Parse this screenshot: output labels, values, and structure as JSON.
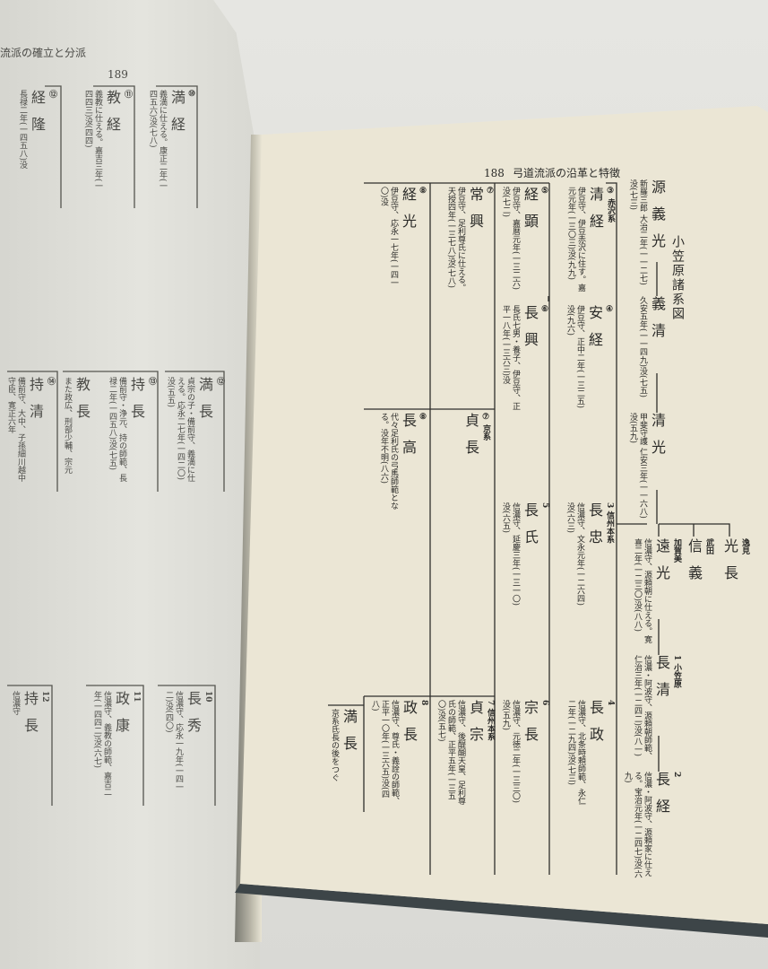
{
  "left_page": {
    "running_head": "流派の確立と分派",
    "page_number": "189",
    "entries": [
      {
        "label": "⑫",
        "name": "経隆",
        "note": "長禄二年(一四五八)没"
      },
      {
        "label": "⑪",
        "name": "教経",
        "note": "義教に仕える。嘉吉三年(一四四三)没(四四)"
      },
      {
        "label": "⑩",
        "name": "満経",
        "note": "義満に仕える。康正二年(一四五六)没(七八)"
      },
      {
        "label": "⑭",
        "name": "持清",
        "note": "備前守、大中、子孫細川越中守臣、寛正六年"
      },
      {
        "label": "⑬",
        "name": "持長",
        "note": "備前守・浄元、持の師範、長禄二年(一四五八)没(七五)"
      },
      {
        "label": "",
        "name": "教長",
        "note": "また政広、刑部少輔、宗元"
      },
      {
        "label": "⑫",
        "name": "満長",
        "note": "貞宗の子・備前守、義満に仕える。応永二七年(一四二〇)没(五五)"
      },
      {
        "label": "12",
        "name": "持長",
        "note": "信濃守"
      },
      {
        "label": "11",
        "name": "政康",
        "note": "信濃守、義教の師範、嘉吉二年(一四四二)没(六七)"
      },
      {
        "label": "10",
        "name": "長秀",
        "note": "信濃守、応永一九年(一四一二)没(四〇)"
      }
    ]
  },
  "right_page": {
    "page_number": "188",
    "running_head": "弓道流派の沿革と特徴",
    "chart_title": "小笠原諸系図",
    "entries": [
      {
        "label": "",
        "name": "源義光",
        "note": "新羅三郎 大治二年(一一二七)没(七三)"
      },
      {
        "label": "",
        "name": "義清",
        "note": "久安五年(一一四九)没(七五)"
      },
      {
        "label": "",
        "name": "清光",
        "note": "甲斐守護 仁安三年(一一六八)没(五九)"
      },
      {
        "label": "逸見",
        "name": "光長",
        "note": ""
      },
      {
        "label": "武田",
        "name": "信義",
        "note": ""
      },
      {
        "label": "加賀美",
        "name": "遠光",
        "note": "信濃守、源頼朝に仕える。寛喜二年(一二三〇)没(八八)"
      },
      {
        "label": "1 小笠原",
        "name": "長清",
        "note": "信濃・阿波守、源頼朝師範、仁治三年(一二四二)没(八一)"
      },
      {
        "label": "2",
        "name": "長経",
        "note": "信濃・阿波守、源頼家に仕える。宝治元年(一二四七)没(六九)"
      },
      {
        "label": "3 信州本系",
        "name": "長忠",
        "note": "信濃守、文永元年(一二六四)没(六三)"
      },
      {
        "label": "4",
        "name": "長政",
        "note": "信濃守、北条時頼師範、永仁二年(一二九四)没(七三)"
      },
      {
        "label": "5",
        "name": "長氏",
        "note": "信濃守、延慶三年(一三一〇)没(六五)"
      },
      {
        "label": "6",
        "name": "宗長",
        "note": "信濃守、元徳二年(一三三〇)没(五九)"
      },
      {
        "label": "7 信州本系",
        "name": "貞宗",
        "note": "信濃守、後醍醐天皇、足利尊氏の師範、正平五年(一三五〇)没(五七)"
      },
      {
        "label": "8",
        "name": "政長",
        "note": "信濃守、尊氏・義詮の師範、正平一〇年(一三六五)没(四八)"
      },
      {
        "label": "",
        "name": "満長",
        "note": "京系氏長の後をつぐ"
      },
      {
        "label": "③ 赤沢系",
        "name": "清経",
        "note": "伊豆守、伊豆赤沢に住す。嘉元元年(一三〇三)没(九九)"
      },
      {
        "label": "④",
        "name": "安経",
        "note": "伊豆守、正中二年(一三二五)没(九六)"
      },
      {
        "label": "⑤",
        "name": "経顕",
        "note": "伊豆守、嘉暦元年(一三二六)没(七二)"
      },
      {
        "label": "⑥",
        "name": "長興",
        "note": "長氏七男・養子、伊豆守、正平一八年(一三六三)没"
      },
      {
        "label": "⑦",
        "name": "常興",
        "note": "伊豆守、足利尊氏に仕える。天授四年(一三七八)没(七八)"
      },
      {
        "label": "⑧",
        "name": "経光",
        "note": "伊豆守、応永一七年(一四一〇)没"
      },
      {
        "label": "⑦ 京系",
        "name": "貞長",
        "note": ""
      },
      {
        "label": "⑧",
        "name": "長高",
        "note": "代々足利氏の弓馬師範となる。没年不明(八六)"
      }
    ]
  }
}
